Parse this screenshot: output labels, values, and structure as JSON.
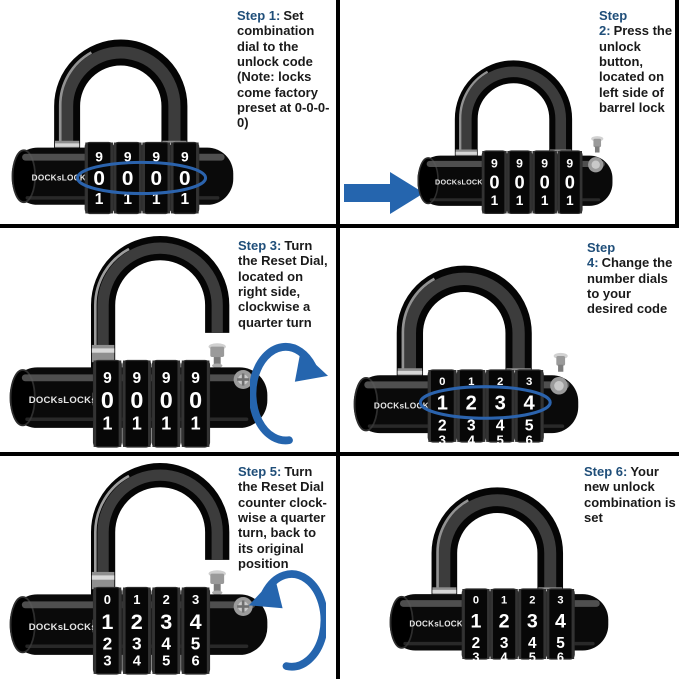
{
  "page": {
    "background": "#ffffff",
    "grid_line_color": "#000000"
  },
  "colors": {
    "step_label_blue": "#1f4e79",
    "body_text": "#1a1a1a",
    "arrow_blue": "#2565ae",
    "highlight_ellipse_blue": "#2b63ad",
    "dial_digit_white": "#ffffff",
    "lock_black": "#0a0a0a"
  },
  "steps": [
    {
      "label": "Step 1:",
      "text": "Set combination dial to the unlock code (Note: locks come factory preset at 0-0-0-0)"
    },
    {
      "label": "Step 2:",
      "text": "Press the unlock button, located on left side of barrel lock"
    },
    {
      "label": "Step 3:",
      "text": "Turn the Reset Dial, located on right side, clockwise a quarter turn"
    },
    {
      "label": "Step 4:",
      "text": "Change the number dials to your desired code"
    },
    {
      "label": "Step 5:",
      "text": "Turn the Reset Dial counter clock-wise a quarter turn, back to its original position"
    },
    {
      "label": "Step 6:",
      "text": "Your new unlock combination is set"
    }
  ],
  "locks": {
    "step1": {
      "variant": "closed",
      "brand": "DOCKsLOCKs",
      "dial_rows": [
        "9999",
        "0000",
        "1111"
      ],
      "main_row": 1,
      "circled_row": 1,
      "reset_knob": false
    },
    "step2": {
      "variant": "closed",
      "brand": "DOCKsLOCKs",
      "dial_rows": [
        "9999",
        "0000",
        "1111"
      ],
      "main_row": 1,
      "circled_row": null,
      "reset_knob": true
    },
    "step3": {
      "variant": "open",
      "brand": "DOCKsLOCKs",
      "dial_rows": [
        "9999",
        "0000",
        "1111"
      ],
      "main_row": 1,
      "circled_row": null,
      "reset_knob": true
    },
    "step4": {
      "variant": "closed",
      "brand": "DOCKsLOCKs",
      "dial_rows": [
        "0123",
        "1234",
        "2345",
        "3456"
      ],
      "main_row": 1,
      "circled_row": 1,
      "reset_knob": true
    },
    "step5": {
      "variant": "open",
      "brand": "DOCKsLOCKs",
      "dial_rows": [
        "0123",
        "1234",
        "2345",
        "3456"
      ],
      "main_row": 1,
      "circled_row": null,
      "reset_knob": true
    },
    "step6": {
      "variant": "closed",
      "brand": "DOCKsLOCKs",
      "dial_rows": [
        "0123",
        "1234",
        "2345",
        "3456"
      ],
      "main_row": 1,
      "circled_row": null,
      "reset_knob": false
    }
  }
}
